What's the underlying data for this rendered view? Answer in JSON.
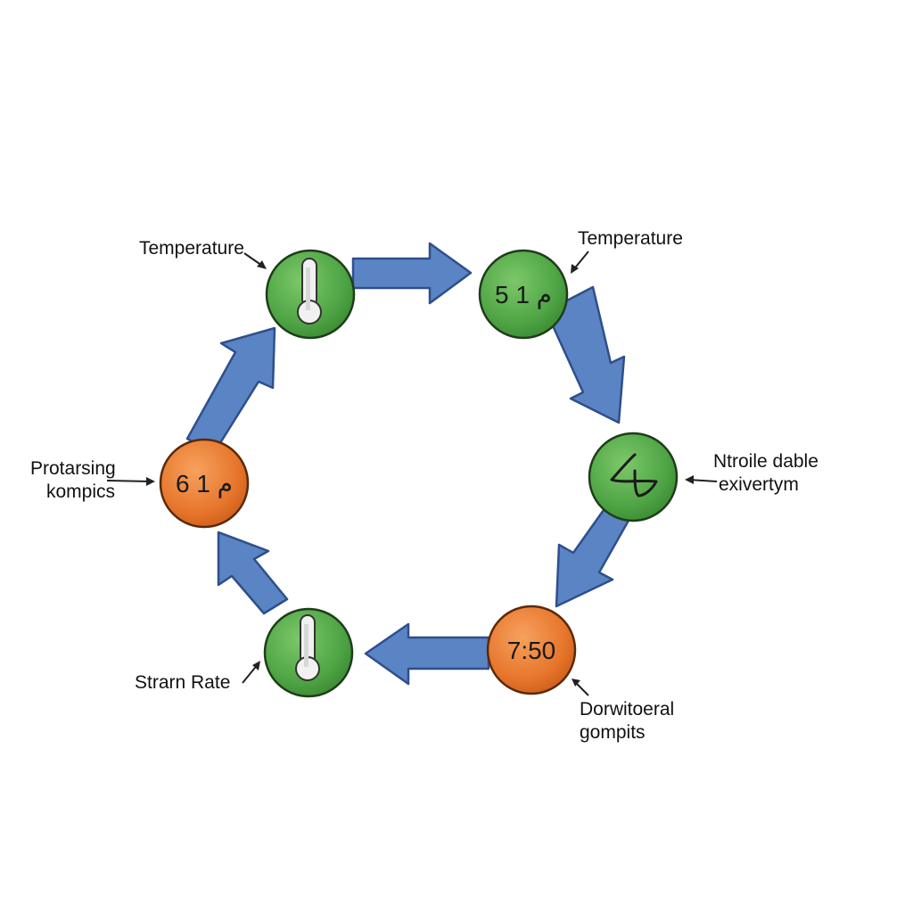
{
  "colors": {
    "arrow_fill": "#5b84c4",
    "arrow_stroke": "#2e4f8c",
    "green_node": "#4ea444",
    "orange_node": "#e7752b",
    "node_stroke": "#1f3d1a",
    "pointer": "#222222"
  },
  "nodes": {
    "top_left": {
      "color": "green",
      "icon": "thermometer-icon",
      "text": ""
    },
    "top_right": {
      "color": "green",
      "icon": "",
      "text": "5 م 1"
    },
    "right": {
      "color": "green",
      "icon": "squiggle-glyph-icon",
      "text": ""
    },
    "bottom_right": {
      "color": "orange",
      "icon": "",
      "text": "7:50"
    },
    "bottom_left": {
      "color": "green",
      "icon": "thermometer-icon",
      "text": ""
    },
    "left": {
      "color": "orange",
      "icon": "",
      "text": "6 م 1"
    }
  },
  "labels": {
    "top_left": [
      "Temperature"
    ],
    "top_right": [
      "Temperature"
    ],
    "right": [
      "Ntroile dable",
      "exivertym"
    ],
    "bottom_right": [
      "Dorwitoeral",
      "gompits"
    ],
    "bottom_left": [
      "Strarn Rate"
    ],
    "left": [
      "Protarsing",
      "kompics"
    ]
  }
}
